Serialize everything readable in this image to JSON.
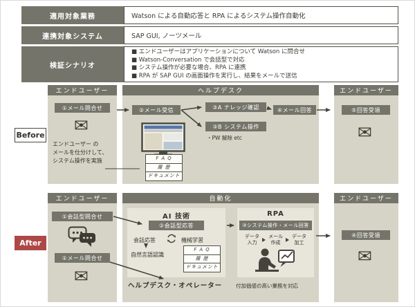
{
  "icons": {
    "envelope": "✉"
  },
  "colors": {
    "olive": "#75746a",
    "beige": "#d6d4c6",
    "inner_box": "#e8e6db",
    "after_red": "#ae4848"
  },
  "table": {
    "rows": [
      {
        "label": "適用対象業務",
        "value": "Watson による自動応答と RPA によるシステム操作自動化"
      },
      {
        "label": "連携対象システム",
        "value": "SAP GUI, ノーツメール"
      },
      {
        "label": "検証シナリオ",
        "value": ""
      }
    ],
    "scenario_bullets": [
      "■ エンドユーザーはアプリケーションについて Watson に問合せ",
      "■ Watson-Conversation で会話型で対応",
      "■ システム操作が必要な場合、RPA に連携",
      "■ RPA が SAP GUI の画面操作を実行し、結果をメールで送信"
    ]
  },
  "before": {
    "label": "Before",
    "headers": {
      "left": "エンドユーザー",
      "center": "ヘルプデスク",
      "right": "エンドユーザー"
    },
    "steps": {
      "mail_inquiry": "①メール問合せ",
      "mail_receive": "②メール受信",
      "knowledge_check": "③A ナレッジ確認",
      "system_operation": "③B システム操作",
      "mail_reply": "④メール回答",
      "answer_receive": "⑤回答受領"
    },
    "sort_note_lines": [
      "エンドユーザー の",
      "メールを仕分けして、",
      "システム操作を実施"
    ],
    "pw_note": "・PW 解除 etc",
    "faq_stack": [
      "F A Q",
      "履 歴",
      "ドキュメント"
    ]
  },
  "after": {
    "label": "After",
    "headers": {
      "left": "エンドユーザー",
      "center": "自動化",
      "right": "エンドユーザー"
    },
    "steps": {
      "chat_inquiry": "①会話型問合せ",
      "mail_inquiry": "①メール問合せ",
      "chat_response": "②会話型応答",
      "system_mail_reply": "③システム操作・メール回答",
      "answer_receive": "④回答受領"
    },
    "ai_box": {
      "title": "AI 技術",
      "conversation": "会話応答",
      "machine_learning": "機械学習",
      "nlp": "自然言語認識",
      "faq_stack": [
        "F A Q",
        "履 歴",
        "ドキュメント"
      ]
    },
    "rpa_box": {
      "title": "RPA",
      "flow": [
        [
          "データ",
          "入力"
        ],
        [
          "メール",
          "作成"
        ],
        [
          "データ",
          "加工"
        ]
      ]
    },
    "operator": "ヘルプデスク・オペレーター",
    "operator_note": "付加価値の高い業務を対応"
  }
}
